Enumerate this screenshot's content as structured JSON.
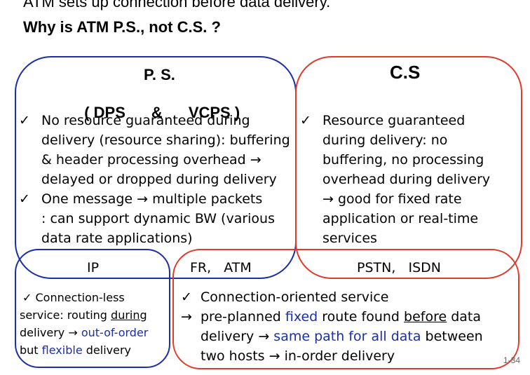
{
  "heading": {
    "line1": "ATM sets up connection before data delivery.",
    "line2": "Why is ATM P.S., not C.S. ?"
  },
  "ps": {
    "title": "P. S.",
    "sub_open": "( DPS",
    "sub_amp": "&",
    "sub_close": "VCPS )",
    "bullet1_lines": [
      "No resource guaranteed during",
      "delivery (resource sharing): buffering",
      "& header processing overhead →",
      "delayed or dropped during delivery"
    ],
    "bullet2_lines": [
      "One message → multiple packets",
      ": can support dynamic BW (various",
      "data rate applications)"
    ]
  },
  "cs": {
    "title": "C.S",
    "bullet_lines": [
      "Resource guaranteed",
      "during delivery: no",
      "buffering, no processing",
      "overhead during delivery",
      "→ good for fixed rate",
      "application or real-time",
      "services"
    ]
  },
  "labels": {
    "ip": "IP",
    "fr_atm": "FR,   ATM",
    "pstn_isdn": "PSTN,   ISDN"
  },
  "ip_box": {
    "l1": "Connection-less",
    "l2a": "service: routing ",
    "l2b": "during",
    "l3a": "delivery → ",
    "l3b": "out-of-order",
    "l4a": "but ",
    "l4b": "flexible",
    "l4c": " delivery"
  },
  "co_box": {
    "l1": "Connection-oriented service",
    "l2a": "pre-planned ",
    "l2b": "fixed",
    "l2c": " route found ",
    "l2d": "before",
    "l2e": " data",
    "l3a": "delivery → ",
    "l3b": "same path for all data",
    "l3c": " between",
    "l4": "two hosts → in-order delivery"
  },
  "symbols": {
    "check": "✓",
    "arrow": "→"
  },
  "page_number": "1-34",
  "colors": {
    "blue": "#1a2fa8",
    "red": "#e13a2a"
  }
}
